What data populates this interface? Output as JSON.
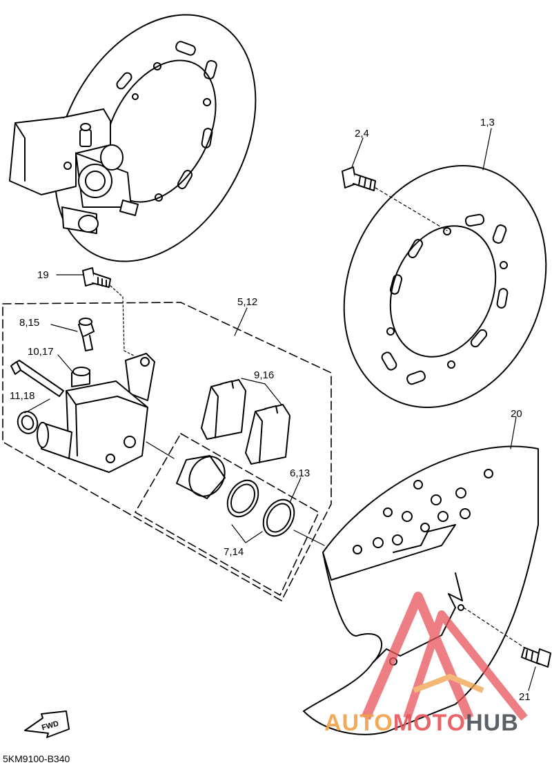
{
  "diagram": {
    "callouts": {
      "rotor": "1,3",
      "rotor_bolt": "2,4",
      "caliper_assy": "5,12",
      "seal_kit_a": "6,13",
      "seal_kit_b": "7,14",
      "bleed_screw": "8,15",
      "pad_kit": "9,16",
      "pad_pin": "10,17",
      "boot": "11,18",
      "caliper_bolt": "19",
      "shield": "20",
      "shield_bolt": "21"
    },
    "fwd_label": "FWD",
    "drawing_code": "5KM9100-B340"
  },
  "watermark": {
    "part1": "AUTO",
    "part2": "MOTO",
    "part3": "HUB",
    "colors": {
      "orange": "#f0a14a",
      "red": "#e8545a",
      "gray": "#4a4f57"
    }
  }
}
